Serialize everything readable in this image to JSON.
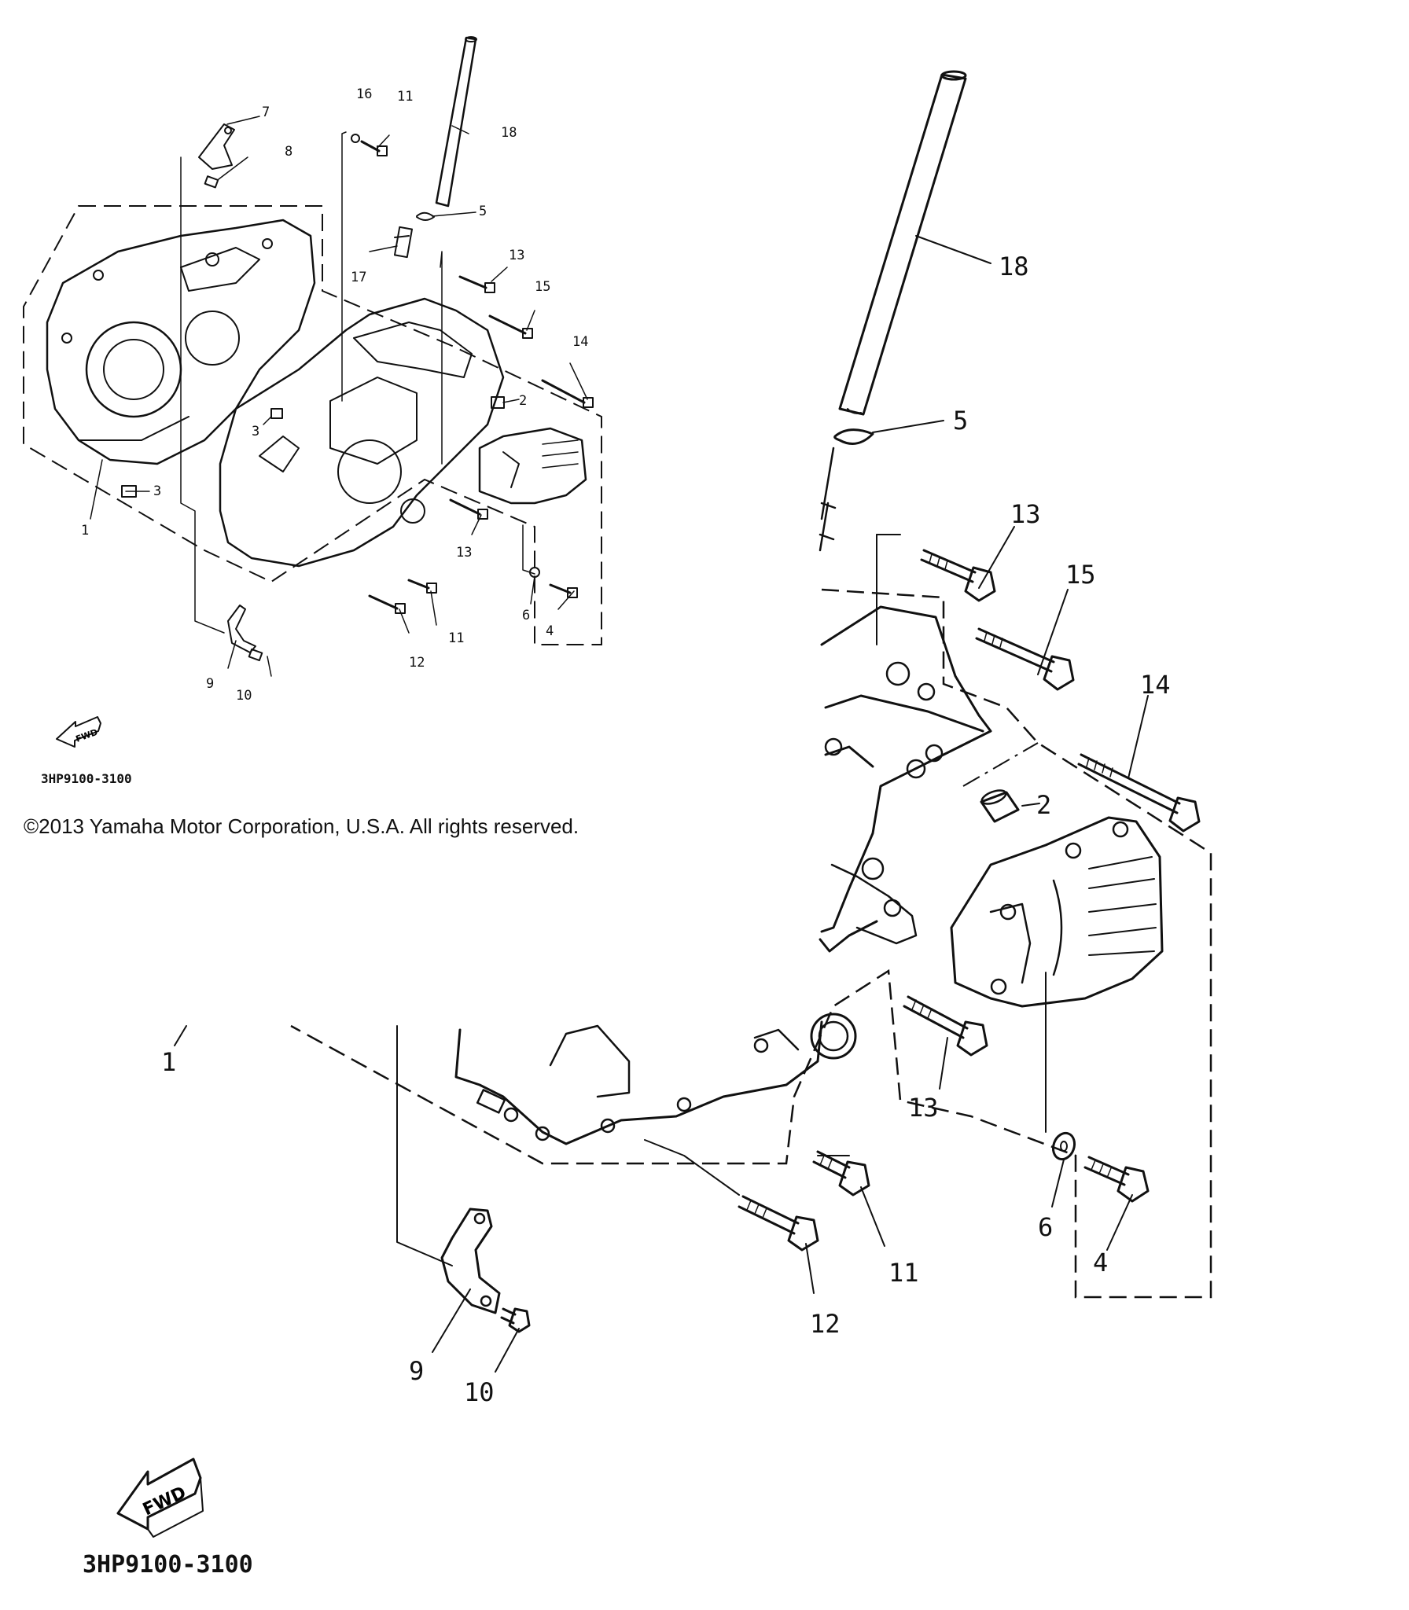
{
  "copyright": "©2013 Yamaha Motor Corporation, U.S.A. All rights reserved.",
  "diagram_code": "3HP9100-3100",
  "fwd_label": "FWD",
  "overview": {
    "part_numbers": [
      "1",
      "2",
      "3",
      "3",
      "4",
      "5",
      "6",
      "7",
      "8",
      "9",
      "10",
      "11",
      "11",
      "12",
      "13",
      "13",
      "14",
      "15",
      "16",
      "17",
      "18"
    ]
  },
  "detail": {
    "part_numbers": [
      "1",
      "2",
      "4",
      "5",
      "6",
      "9",
      "10",
      "11",
      "12",
      "13",
      "13",
      "14",
      "15",
      "18"
    ]
  }
}
